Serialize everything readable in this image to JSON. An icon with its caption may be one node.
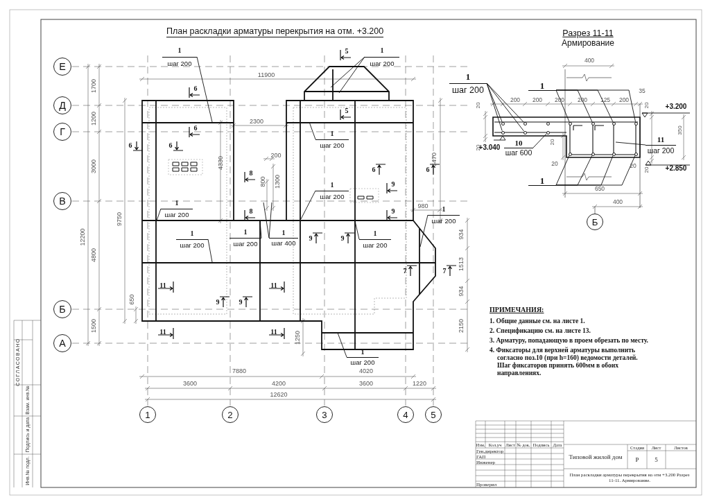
{
  "diagram": {
    "title": "План раскладки арматуры перекрытия на отм. +3.200",
    "nodes": [
      {
        "text": [
          "Е"
        ]
      },
      {
        "text": [
          "1",
          "шаг 200"
        ]
      },
      {
        "text": [
          "1",
          "шаг 200"
        ]
      },
      {
        "text": [
          "1",
          "шаг 200"
        ]
      },
      {
        "text": [
          "1"
        ]
      },
      {
        "text": [
          "Д"
        ]
      },
      {
        "text": [
          "Г"
        ]
      },
      {
        "text": [
          "1",
          "шаг 200"
        ]
      },
      {
        "text": [
          "10",
          "шаг 600"
        ]
      },
      {
        "text": [
          "11",
          "шаг 200"
        ]
      },
      {
        "text": [
          "1"
        ]
      },
      {
        "text": [
          "1",
          "шаг 200"
        ]
      },
      {
        "text": [
          "В"
        ]
      },
      {
        "text": [
          "1",
          "шаг 200"
        ]
      },
      {
        "text": [
          "1",
          "шаг 200"
        ]
      },
      {
        "text": [
          "1",
          "шаг 200"
        ]
      },
      {
        "text": [
          "1",
          "шаг 200"
        ]
      },
      {
        "text": [
          "1",
          "шаг 400"
        ]
      },
      {
        "text": [
          "1",
          "шаг 200"
        ]
      },
      {
        "text": [
          "Б"
        ]
      },
      {
        "text": [
          "А"
        ]
      },
      {
        "text": [
          "1",
          "шаг 200"
        ]
      },
      {
        "text": [
          "1"
        ]
      },
      {
        "text": [
          "2"
        ]
      },
      {
        "text": [
          "3"
        ]
      },
      {
        "text": [
          "4"
        ]
      },
      {
        "text": [
          "5"
        ]
      },
      {
        "text": [
          "Б"
        ]
      },
      {
        "text": [],
        "shape": "circle"
      },
      {
        "text": [],
        "shape": "circle"
      },
      {
        "text": [],
        "shape": "circle"
      },
      {
        "text": [],
        "shape": "circle"
      },
      {
        "text": [],
        "shape": "circle"
      },
      {
        "text": [],
        "shape": "circle"
      },
      {
        "text": [],
        "shape": "circle"
      },
      {
        "text": [],
        "shape": "circle"
      },
      {
        "text": [],
        "shape": "circle"
      },
      {
        "text": [],
        "shape": "circle"
      },
      {
        "text": [],
        "shape": "circle"
      },
      {
        "text": [],
        "shape": "circle"
      },
      {
        "text": [],
        "shape": "circle"
      },
      {
        "text": [],
        "shape": "circle"
      }
    ],
    "edges": [
      {
        "from": 1,
        "to": null,
        "arrow": "none"
      },
      {
        "from": 2,
        "to": null,
        "arrow": "none"
      },
      {
        "from": 2,
        "to": null,
        "arrow": "none"
      },
      {
        "from": 3,
        "to": 28,
        "arrow": "none"
      },
      {
        "from": 3,
        "to": 35,
        "arrow": "none"
      },
      {
        "from": 3,
        "to": 29,
        "arrow": "none"
      },
      {
        "from": 3,
        "to": 36,
        "arrow": "none"
      },
      {
        "from": 4,
        "to": 31,
        "arrow": "none"
      },
      {
        "from": 4,
        "to": 32,
        "arrow": "none"
      },
      {
        "from": 4,
        "to": 33,
        "arrow": "none"
      },
      {
        "from": 4,
        "to": 34,
        "arrow": "none"
      },
      {
        "from": 8,
        "to": 37,
        "arrow": "none"
      },
      {
        "from": 9,
        "to": null,
        "arrow": "none"
      },
      {
        "from": 10,
        "to": 38,
        "arrow": "none"
      },
      {
        "from": 10,
        "to": 39,
        "arrow": "none"
      },
      {
        "from": 10,
        "to": 40,
        "arrow": "none"
      },
      {
        "from": 10,
        "to": 41,
        "arrow": "none"
      },
      {
        "from": 7,
        "to": null,
        "arrow": "none"
      },
      {
        "from": 11,
        "to": null,
        "arrow": "none"
      },
      {
        "from": 13,
        "to": null,
        "arrow": "none"
      },
      {
        "from": 14,
        "to": null,
        "arrow": "none"
      },
      {
        "from": 15,
        "to": null,
        "arrow": "none"
      },
      {
        "from": 16,
        "to": null,
        "arrow": "none"
      },
      {
        "from": 17,
        "to": null,
        "arrow": "none"
      },
      {
        "from": 17,
        "to": null,
        "arrow": "none"
      },
      {
        "from": 18,
        "to": null,
        "arrow": "none"
      },
      {
        "from": 21,
        "to": null,
        "arrow": "none"
      }
    ],
    "labels": [
      "Разрез 11-11",
      "Армирование",
      "5",
      "400",
      "11900",
      "6",
      "35",
      "200",
      "200",
      "200",
      "200",
      "125",
      "200",
      "20",
      "20",
      "+3.200",
      "5",
      "1700",
      "1200",
      "2300",
      "6",
      "350",
      "20",
      "6",
      "6",
      "+3.040",
      "20",
      "200",
      "4330",
      "5470",
      "3000",
      "8",
      "6",
      "6",
      "20",
      "20",
      "20",
      "+2.850",
      "800",
      "1300",
      "9",
      "650",
      "400",
      "980",
      "8",
      "9",
      "9750",
      "934",
      "12200",
      "9",
      "9",
      "4800",
      "1513",
      "7",
      "7",
      "11",
      "11",
      "934",
      "650",
      "9",
      "9",
      "ПРИМЕЧАНИЯ:",
      "1. Общие данные см. на листе 1.",
      "2. Спецификацию см. на листе 13.",
      "3. Арматуру, попадающую в проем обрезать по месту.",
      "4. Фиксаторы для верхней арматуры выполнить согласно поз.10 (при h=160) ведомости деталей. Шаг фиксаторов принять 600мм в обоих направлениях.",
      "1500",
      "2150",
      "11",
      "11",
      "1250",
      "7880",
      "4020",
      "3600",
      "4200",
      "3600",
      "1220",
      "12620",
      "Изм.",
      "Кол.уч",
      "Лист",
      "№ док.",
      "Подпись",
      "Дата",
      "Ген.директор",
      "ГАП",
      "Инженер",
      "Проверил",
      "Стадия",
      "Лист",
      "Листов",
      "Типовой жилой дом",
      "Р",
      "5",
      "План раскладки арматуры перекрытия на отм +3.200 Разрез 11-11. Армирование.",
      "СОГЛАСОВАНО",
      "Взам. инв.№",
      "Подпись и дата",
      "Инв.№ подл."
    ]
  }
}
